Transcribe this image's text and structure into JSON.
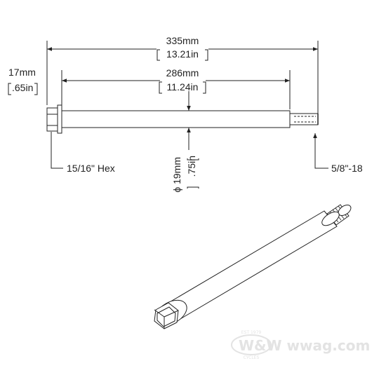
{
  "drawing": {
    "overall_length": {
      "mm": "335mm",
      "inch": "13.21in"
    },
    "shaft_length": {
      "mm": "286mm",
      "inch": "11.24in"
    },
    "head_width": {
      "mm": "17mm",
      "inch": ".65in"
    },
    "diameter": {
      "mm": "ϕ 19mm",
      "inch": ".75in"
    },
    "hex_label": "15/16\" Hex",
    "thread_label": "5/8\"-18"
  },
  "watermark": {
    "main": "W&W  wwag.com",
    "top": "EST 1979",
    "bottom": "CYCLES"
  }
}
